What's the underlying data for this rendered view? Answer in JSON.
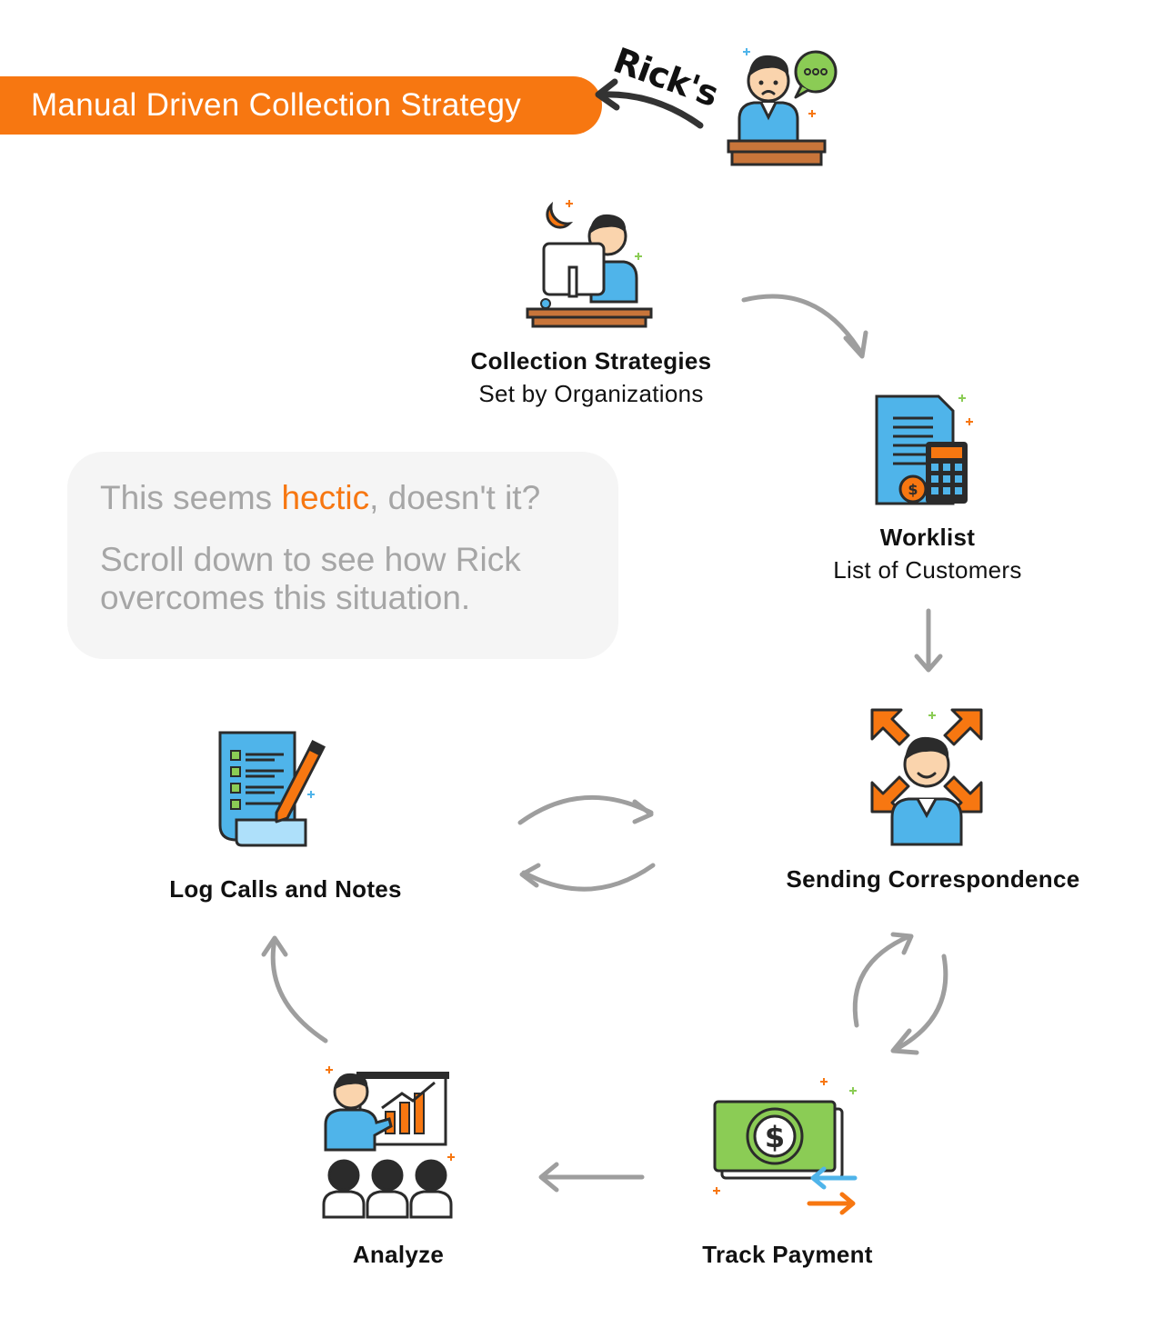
{
  "banner": {
    "title": "Manual Driven Collection Strategy",
    "tag": "Rick's"
  },
  "callout": {
    "line1_pre": "This seems ",
    "line1_highlight": "hectic",
    "line1_post": ", doesn't it?",
    "line2": "Scroll down to see how Rick overcomes this situation."
  },
  "steps": {
    "strategies": {
      "title": "Collection Strategies",
      "subtitle": "Set by Organizations"
    },
    "worklist": {
      "title": "Worklist",
      "subtitle": "List of Customers"
    },
    "correspondence": {
      "title": "Sending Correspondence"
    },
    "track": {
      "title": "Track Payment"
    },
    "analyze": {
      "title": "Analyze"
    },
    "log": {
      "title": "Log Calls and Notes"
    }
  },
  "colors": {
    "accent": "#f77711",
    "blue": "#4fb4ea",
    "green": "#8bcc55",
    "brown": "#c8753a",
    "outline": "#2b2b2b",
    "arrow": "#9e9e9e",
    "callout_bg": "#f5f5f5",
    "callout_text": "#a6a6a6"
  }
}
